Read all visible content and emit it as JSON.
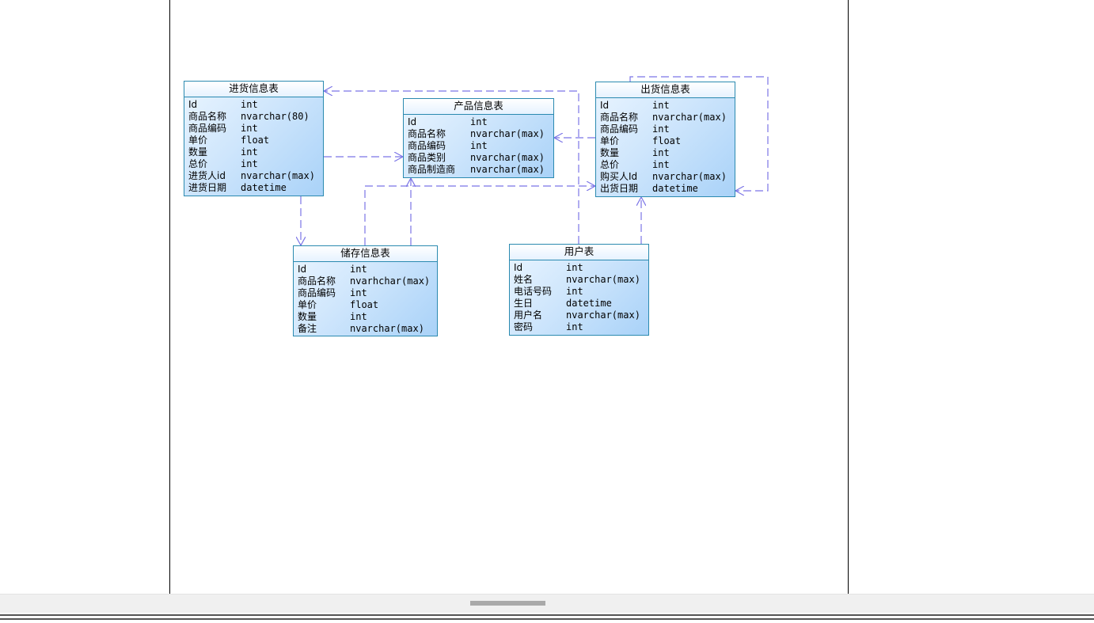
{
  "tables": {
    "jinhuo": {
      "title": "进货信息表",
      "fields": [
        {
          "name": "Id",
          "type": "int"
        },
        {
          "name": "商品名称",
          "type": "nvarchar(80)"
        },
        {
          "name": "商品编码",
          "type": "int"
        },
        {
          "name": "单价",
          "type": "float"
        },
        {
          "name": "数量",
          "type": "int"
        },
        {
          "name": "总价",
          "type": "int"
        },
        {
          "name": "进货人id",
          "type": "nvarchar(max)"
        },
        {
          "name": "进货日期",
          "type": "datetime"
        }
      ]
    },
    "chanpin": {
      "title": "产品信息表",
      "fields": [
        {
          "name": "Id",
          "type": "int"
        },
        {
          "name": "商品名称",
          "type": "nvarchar(max)"
        },
        {
          "name": "商品编码",
          "type": "int"
        },
        {
          "name": "商品类别",
          "type": "nvarchar(max)"
        },
        {
          "name": "商品制造商",
          "type": "nvarchar(max)"
        }
      ]
    },
    "chuhuo": {
      "title": "出货信息表",
      "fields": [
        {
          "name": "Id",
          "type": "int"
        },
        {
          "name": "商品名称",
          "type": "nvarchar(max)"
        },
        {
          "name": "商品编码",
          "type": "int"
        },
        {
          "name": "单价",
          "type": "float"
        },
        {
          "name": "数量",
          "type": "int"
        },
        {
          "name": "总价",
          "type": "int"
        },
        {
          "name": "购买人Id",
          "type": "nvarchar(max)"
        },
        {
          "name": "出货日期",
          "type": "datetime"
        }
      ]
    },
    "chucun": {
      "title": "储存信息表",
      "fields": [
        {
          "name": "Id",
          "type": "int"
        },
        {
          "name": "商品名称",
          "type": "nvarhchar(max)"
        },
        {
          "name": "商品编码",
          "type": "int"
        },
        {
          "name": "单价",
          "type": "float"
        },
        {
          "name": "数量",
          "type": "int"
        },
        {
          "name": "备注",
          "type": "nvarchar(max)"
        }
      ]
    },
    "yonghu": {
      "title": "用户表",
      "fields": [
        {
          "name": "Id",
          "type": "int"
        },
        {
          "name": "姓名",
          "type": "nvarchar(max)"
        },
        {
          "name": "电话号码",
          "type": "int"
        },
        {
          "name": "生日",
          "type": "datetime"
        },
        {
          "name": "用户名",
          "type": "nvarchar(max)"
        },
        {
          "name": "密码",
          "type": "int"
        }
      ]
    }
  },
  "colors": {
    "link": "#7b74e6",
    "table_border": "#2b8ab0"
  }
}
